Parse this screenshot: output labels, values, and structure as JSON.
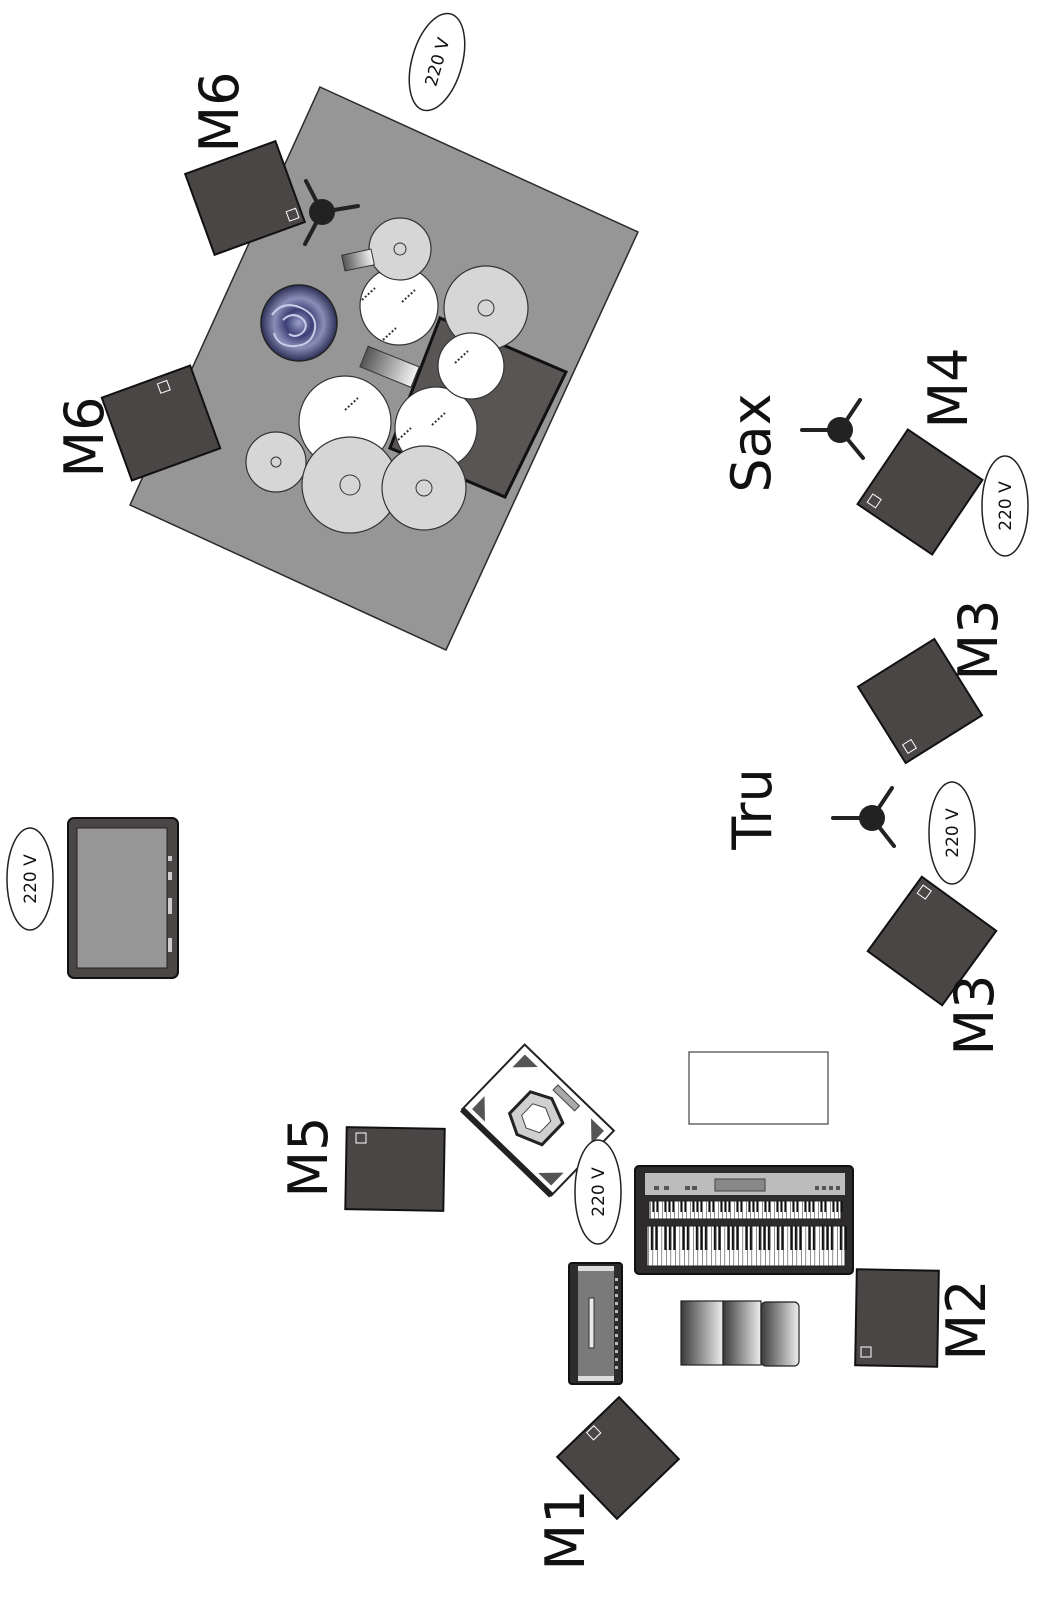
{
  "diagram": {
    "monitors": {
      "m1": "M1",
      "m2": "M2",
      "m3a": "M3",
      "m3b": "M3",
      "m4": "M4",
      "m5": "M5",
      "m6a": "M6",
      "m6b": "M6"
    },
    "mics": {
      "sax": "Sax",
      "tru": "Tru"
    },
    "power": {
      "drums": "220 V",
      "sax": "220 V",
      "tru": "220 V",
      "screen": "220 V",
      "keys": "220 V"
    },
    "icons": [
      "monitor-wedge-icon",
      "mic-stand-icon",
      "power-outlet-icon",
      "drum-kit-icon",
      "keyboard-icon",
      "amplifier-icon",
      "tv-screen-icon",
      "dj-deck-icon",
      "keyboard-stool-icon"
    ],
    "colors": {
      "wedge": "#4a4646",
      "riser": "#969696",
      "riser_dark": "#5a5555",
      "cymbal": "#d6d6d6",
      "drum": "#ffffff",
      "stand": "#222222"
    }
  }
}
